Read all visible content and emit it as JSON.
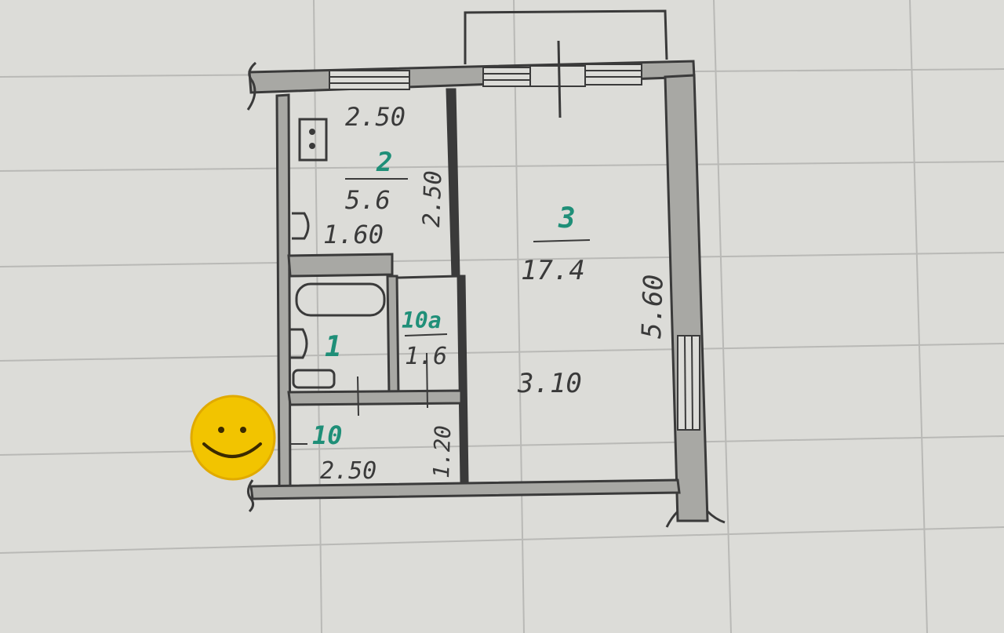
{
  "colors": {
    "paper": "#dcdcd8",
    "grid": "#b9b9b6",
    "wall_fill": "#a8a8a4",
    "ink": "#3a3a3a",
    "green_ink": "#1f8f78",
    "smiley_face": "#f2c400",
    "smiley_ink": "#3b2a00"
  },
  "rooms": {
    "kitchen": {
      "number": "2",
      "area": "5.6",
      "width_label": "2.50",
      "height_label": "2.50",
      "depth_label": "1.60"
    },
    "living": {
      "number": "3",
      "area": "17.4",
      "height_label": "5.60",
      "width_label": "3.10"
    },
    "bathroom": {
      "number": "1"
    },
    "closet": {
      "number": "10a",
      "area": "1.6"
    },
    "corridor": {
      "number": "10",
      "width_label": "2.50",
      "depth_label": "1.20"
    }
  },
  "decorations": {
    "sticker_icon": "smiley-face-icon"
  }
}
